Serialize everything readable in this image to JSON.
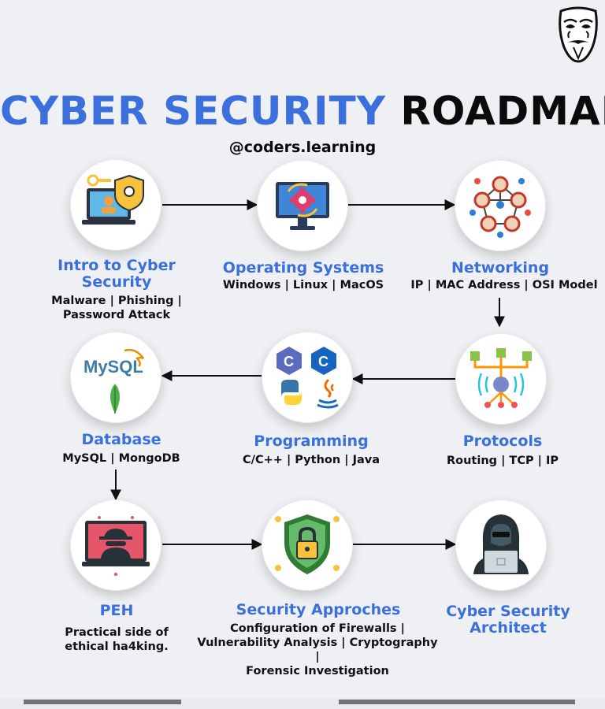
{
  "title": {
    "part1": "CYBER SECURITY",
    "part2": "ROADMAP"
  },
  "handle": "@coders.learning",
  "logo_icon": "anonymous-mask-icon",
  "colors": {
    "accent": "#3b6fdc",
    "text": "#111111",
    "background": "#eef0f3"
  },
  "nodes": {
    "intro": {
      "title_line1": "Intro to Cyber",
      "title_line2": "Security",
      "desc_line1": "Malware | Phishing |",
      "desc_line2": "Password Attack",
      "icon": "laptop-key-shield-icon"
    },
    "os": {
      "title": "Operating Systems",
      "desc": "Windows | Linux | MacOS",
      "icon": "monitor-gear-icon"
    },
    "networking": {
      "title": "Networking",
      "desc": "IP | MAC Address | OSI Model",
      "icon": "network-people-icon"
    },
    "protocols": {
      "title": "Protocols",
      "desc": "Routing | TCP | IP",
      "icon": "protocol-hub-icon"
    },
    "programming": {
      "title": "Programming",
      "desc": "C/C++ | Python | Java",
      "icon": "language-logos-icon"
    },
    "database": {
      "title": "Database",
      "desc": "MySQL | MongoDB",
      "mysql_text": "MySQL",
      "icon": "mysql-mongodb-icon"
    },
    "peh": {
      "title": "PEH",
      "desc_line1": "Practical side of",
      "desc_line2": "ethical ha4king.",
      "icon": "hacker-monitor-icon"
    },
    "security": {
      "title": "Security Approches",
      "desc_line1": "Configuration of Firewalls |",
      "desc_line2": "Vulnerability Analysis | Cryptography |",
      "desc_line3": "Forensic Investigation",
      "icon": "shield-lock-icon"
    },
    "architect": {
      "title_line1": "Cyber Security",
      "title_line2": "Architect",
      "icon": "hooded-hacker-laptop-icon"
    }
  }
}
